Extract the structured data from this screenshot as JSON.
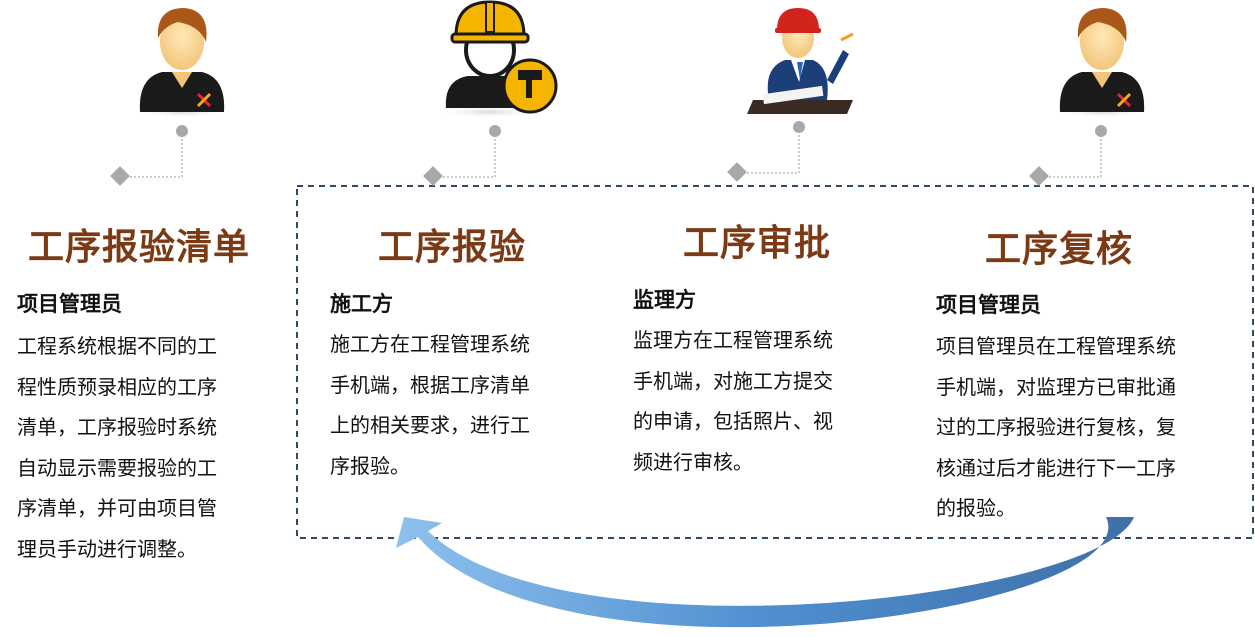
{
  "columns": [
    {
      "title": "工序报验清单",
      "role": "项目管理员",
      "lines": [
        "工程系统根据不同的工",
        "程性质预录相应的工序",
        "清单，工序报验时系统",
        "自动显示需要报验的工",
        "序清单，并可由项目管",
        "理员手动进行调整。"
      ],
      "icon": "manager-icon"
    },
    {
      "title": "工序报验",
      "role": "施工方",
      "lines": [
        "施工方在工程管理系统",
        "手机端，根据工序清单",
        "上的相关要求，进行工",
        "序报验。"
      ],
      "icon": "construction-worker-icon"
    },
    {
      "title": "工序审批",
      "role": "监理方",
      "lines": [
        "监理方在工程管理系统",
        "手机端，对施工方提交",
        "的申请，包括照片、视",
        "频进行审核。"
      ],
      "icon": "supervisor-icon"
    },
    {
      "title": "工序复核",
      "role": "项目管理员",
      "lines": [
        "项目管理员在工程管理系统",
        "手机端，对监理方已审批通",
        "过的工序报验进行复核，复",
        "核通过后才能进行下一工序",
        "的报验。"
      ],
      "icon": "manager-icon"
    }
  ],
  "colors": {
    "title": "#7b3a14",
    "dashed_border": "#2f4a6b",
    "arrow": "#4a86c8",
    "connector": "#9a9a9a",
    "hard_hat_yellow": "#f5b400",
    "hard_hat_red": "#d2231c"
  }
}
